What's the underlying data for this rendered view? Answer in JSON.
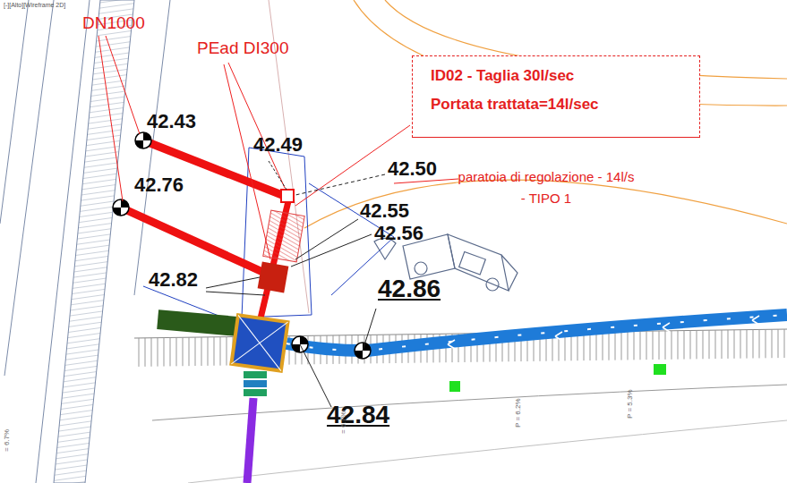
{
  "diagram": {
    "nodes": [
      {
        "text": [
          "ID02 - Taglia 30l/sec",
          "Portata trattata=14l/sec"
        ]
      }
    ],
    "labels": [
      "[-][Alto][Wireframe 2D]",
      "DN1000",
      "PEad DI300",
      "paratoia di regolazione - 14l/s - TIPO 1",
      "42.43",
      "42.76",
      "42.49",
      "42.50",
      "42.55",
      "42.56",
      "42.82",
      "42.86",
      "42.84",
      "= 6.7%",
      "= 6.7%",
      "P = 6.2%",
      "P = 5.3%"
    ]
  }
}
